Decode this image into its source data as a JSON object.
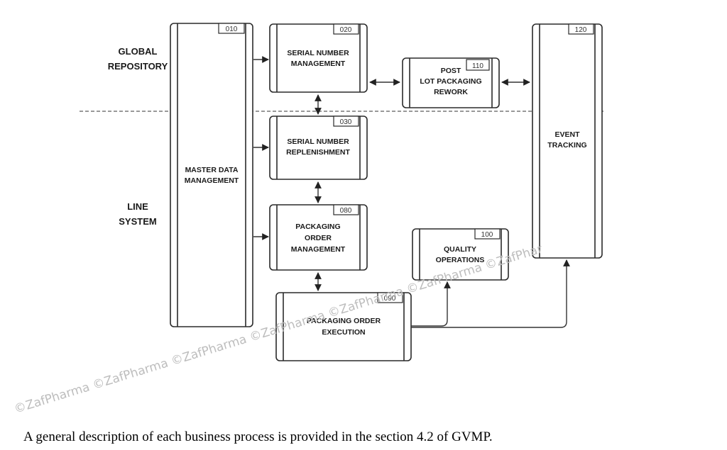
{
  "regions": {
    "global": [
      "GLOBAL",
      "REPOSITORY"
    ],
    "line": [
      "LINE",
      "SYSTEM"
    ]
  },
  "processes": {
    "master_data": {
      "number": "010",
      "lines": [
        "MASTER DATA",
        "MANAGEMENT"
      ]
    },
    "serial_mgmt": {
      "number": "020",
      "lines": [
        "SERIAL NUMBER",
        "MANAGEMENT"
      ]
    },
    "serial_repl": {
      "number": "030",
      "lines": [
        "SERIAL NUMBER",
        "REPLENISHMENT"
      ]
    },
    "pack_order_mgmt": {
      "number": "080",
      "lines": [
        "PACKAGING",
        "ORDER",
        "MANAGEMENT"
      ]
    },
    "pack_order_exec": {
      "number": "090",
      "lines": [
        "PACKAGING ORDER",
        "EXECUTION"
      ]
    },
    "quality_ops": {
      "number": "100",
      "lines": [
        "QUALITY",
        "OPERATIONS"
      ]
    },
    "post_lot": {
      "number": "110",
      "lines": [
        "POST",
        "LOT PACKAGING",
        "REWORK"
      ]
    },
    "event_tracking": {
      "number": "120",
      "lines": [
        "EVENT",
        "TRACKING"
      ]
    }
  },
  "watermark": "©ZafPharma ©ZafPharma ©ZafPharma ©ZafPharma ©ZafPharma ©ZafPharma ©ZafPhar",
  "caption": "A general description of each business process is provided in the section 4.2 of GVMP."
}
